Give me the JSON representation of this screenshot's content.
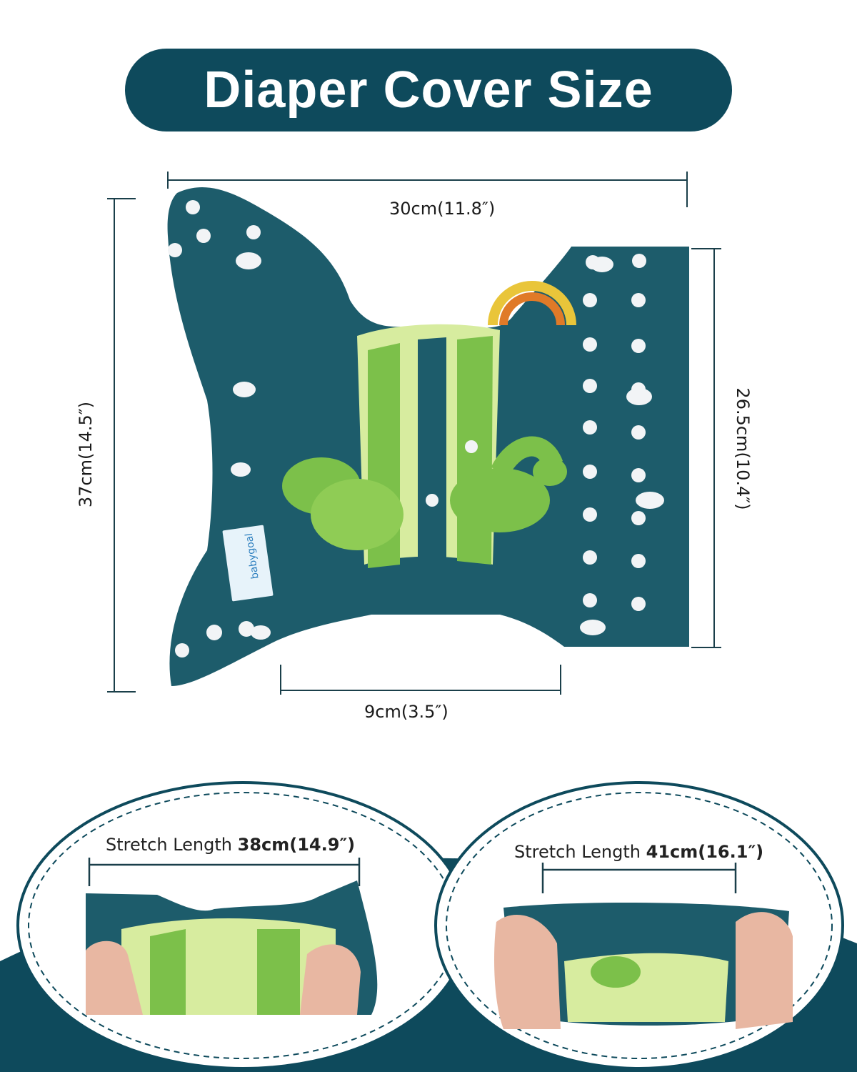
{
  "title": "Diaper Cover Size",
  "dimensions": {
    "width_top": "30cm(11.8″)",
    "height_left": "37cm(14.5″)",
    "height_right": "26.5cm(10.4″)",
    "crotch_width": "9cm(3.5″)"
  },
  "stretch": {
    "left": {
      "prefix": "Stretch Length",
      "value": "38cm(14.9″)"
    },
    "right": {
      "prefix": "Stretch Length",
      "value": "41cm(16.1″)"
    }
  },
  "brand_tag": "babygoal",
  "colors": {
    "brand_teal": "#0e4a5c",
    "diaper_teal": "#1d5c6b",
    "green_print": "#7cc04a",
    "light_green": "#d7ec9f"
  }
}
